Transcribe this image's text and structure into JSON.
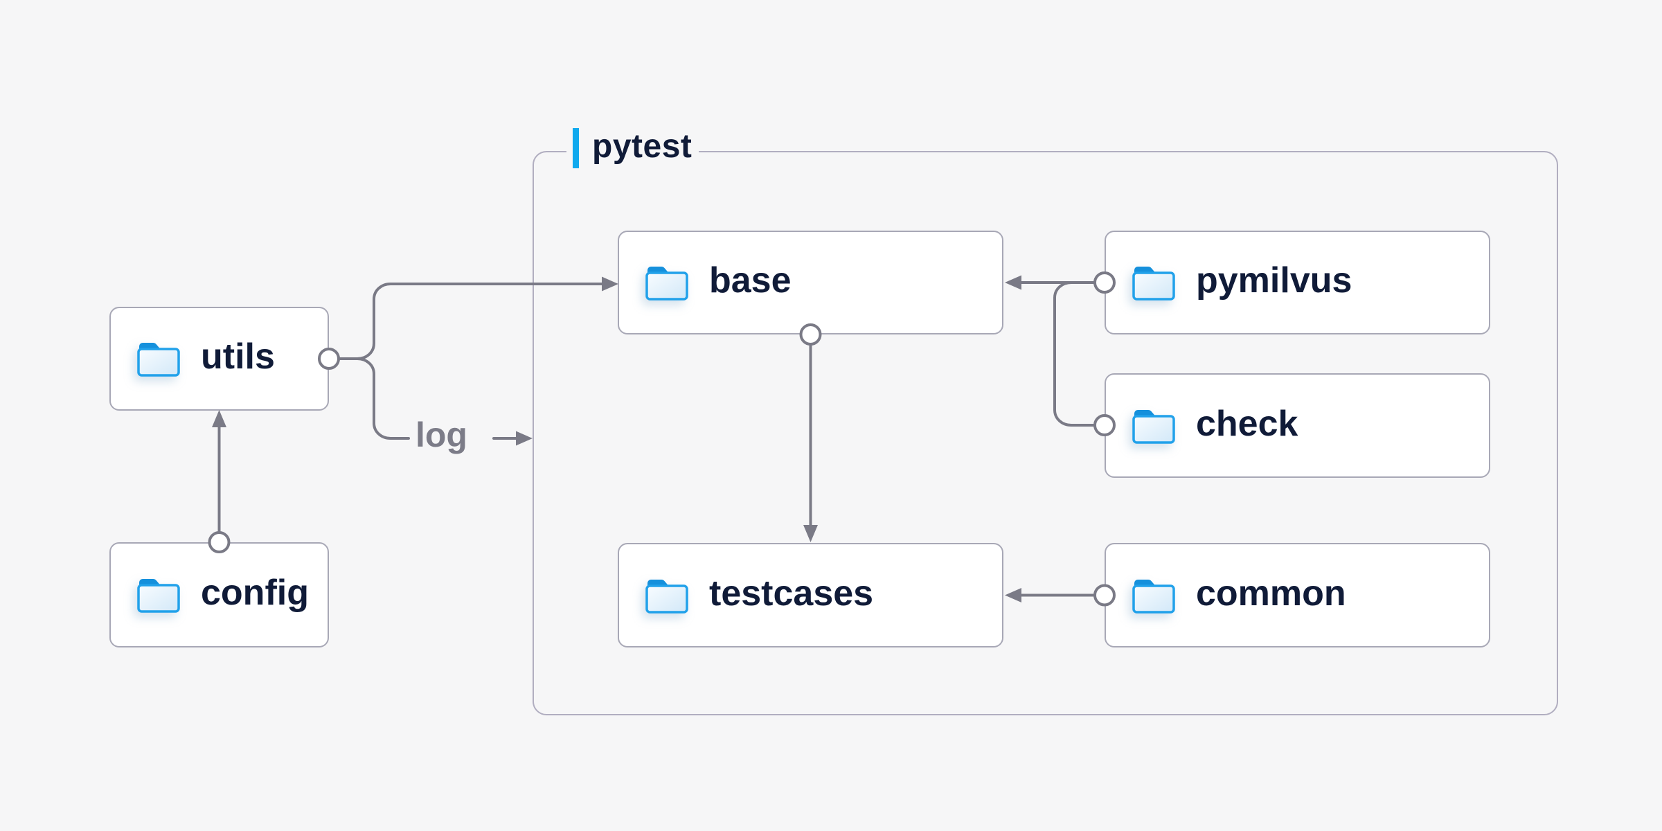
{
  "diagram": {
    "background_color": "#f6f6f7",
    "container": {
      "label": "pytest",
      "accent_bar_color": "#0fa9ee",
      "border_color": "#b1aec0"
    },
    "nodes": {
      "utils": {
        "label": "utils",
        "icon": "folder-icon"
      },
      "config": {
        "label": "config",
        "icon": "folder-icon"
      },
      "base": {
        "label": "base",
        "icon": "folder-icon"
      },
      "pymilvus": {
        "label": "pymilvus",
        "icon": "folder-icon"
      },
      "check": {
        "label": "check",
        "icon": "folder-icon"
      },
      "testcases": {
        "label": "testcases",
        "icon": "folder-icon"
      },
      "common": {
        "label": "common",
        "icon": "folder-icon"
      }
    },
    "edges": [
      {
        "from": "config",
        "to": "utils"
      },
      {
        "from": "utils",
        "to": "base"
      },
      {
        "from": "utils",
        "to": "pytest-container",
        "label": "log"
      },
      {
        "from": "pymilvus",
        "to": "base"
      },
      {
        "from": "check",
        "to": "base"
      },
      {
        "from": "base",
        "to": "testcases"
      },
      {
        "from": "common",
        "to": "testcases"
      }
    ],
    "edge_label": "log",
    "colors": {
      "node_text": "#101b38",
      "node_fill": "#ffffff",
      "node_border": "#a8a8b6",
      "connector": "#7a7a86",
      "folder_stroke": "#21a1ea",
      "folder_tab": "#1590dc",
      "folder_fill_light": "#f8fcff",
      "folder_fill_dark": "#d2e8f8"
    }
  }
}
